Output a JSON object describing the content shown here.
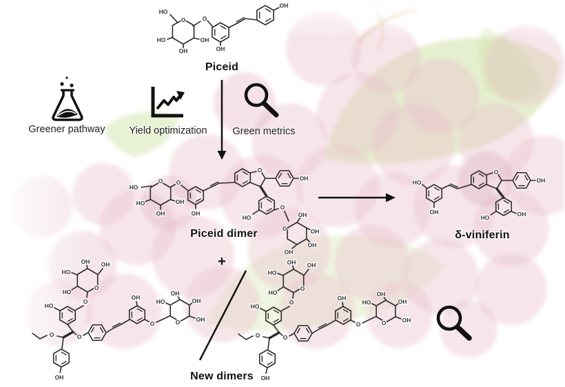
{
  "labels": {
    "piceid": "Piceid",
    "piceid_dimer": "Piceid dimer",
    "delta_viniferin": "δ-viniferin",
    "new_dimers": "New dimers",
    "plus": "+",
    "greener_pathway": "Greener pathway",
    "yield_optimization": "Yield optimization",
    "green_metrics": "Green metrics"
  },
  "icons": {
    "greener_pathway": "flask-leaf-icon",
    "yield_optimization": "growth-chart-icon",
    "green_metrics": "magnifier-icon",
    "inspect_bottom": "magnifier-icon"
  },
  "colors": {
    "background": "#ffffff",
    "structure": "#2b2b2b",
    "grape_tint": "#eccdd3",
    "leaf_tint": "#dce8bf",
    "text": "#1a1a1a"
  },
  "molecules": {
    "piceid": {
      "atoms": [
        "HO",
        "HO",
        "OH",
        "OH",
        "O",
        "O",
        "OH",
        "OH"
      ]
    },
    "piceid_dimer": {
      "atoms": [
        "HO",
        "HO",
        "OH",
        "OH",
        "O",
        "O",
        "OH",
        "O",
        "OH",
        "HO",
        "O",
        "O",
        "OH",
        "OH",
        "OH",
        "OH"
      ]
    },
    "delta_viniferin": {
      "atoms": [
        "HO",
        "OH",
        "O",
        "OH",
        "OH",
        "HO"
      ]
    },
    "new_dimer_left": {
      "atoms": [
        "OH",
        "OH",
        "HO",
        "HO",
        "O",
        "O",
        "HO",
        "O",
        "O",
        "OH",
        "OH",
        "O",
        "HO",
        "OH",
        "OH",
        "OH",
        "O"
      ]
    },
    "new_dimer_right": {
      "atoms": [
        "OH",
        "OH",
        "HO",
        "HO",
        "O",
        "O",
        "HO",
        "O",
        "O",
        "OH",
        "OH",
        "O",
        "HO",
        "OH",
        "OH",
        "OH",
        "O"
      ]
    }
  }
}
